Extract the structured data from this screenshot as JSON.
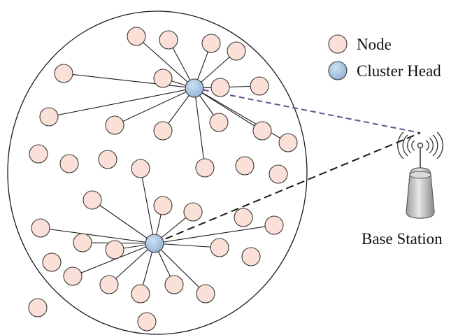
{
  "legend": {
    "node_label": "Node",
    "head_label": "Cluster Head"
  },
  "base_station": {
    "label": "Base Station"
  },
  "colors": {
    "node_fill": "#fbe0d8",
    "head_fill": "#a9c6e5",
    "uplink_head_1": "#6b4f8f",
    "uplink_head_2": "#1a1a1a",
    "tower_body": "#c8c8c8"
  },
  "clusters": [
    {
      "head": "cluster-head-1",
      "member_count": 15,
      "uplink_style": "dashed-purple"
    },
    {
      "head": "cluster-head-2",
      "member_count": 14,
      "uplink_style": "dashed-black"
    }
  ],
  "unassigned_node_count": 10
}
